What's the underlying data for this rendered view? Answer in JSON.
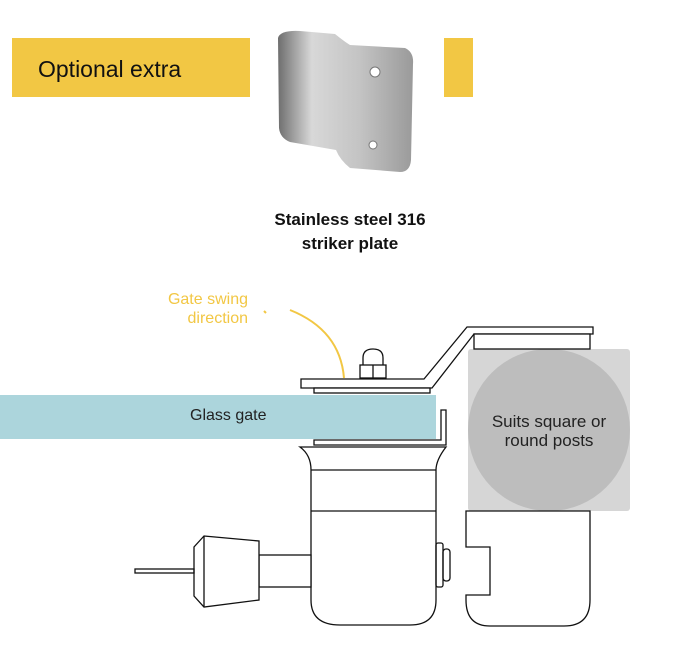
{
  "banner": {
    "label": "Optional extra"
  },
  "product": {
    "caption_line1": "Stainless steel 316",
    "caption_line2": "striker plate"
  },
  "diagram": {
    "swing_line1": "Gate swing",
    "swing_line2": "direction",
    "glass_label": "Glass gate",
    "post_line1": "Suits square or",
    "post_line2": "round posts"
  },
  "colors": {
    "accent": "#f2c744",
    "glass": "#acd5dc",
    "post_square": "#d6d6d6",
    "post_round": "#bdbdbd"
  }
}
